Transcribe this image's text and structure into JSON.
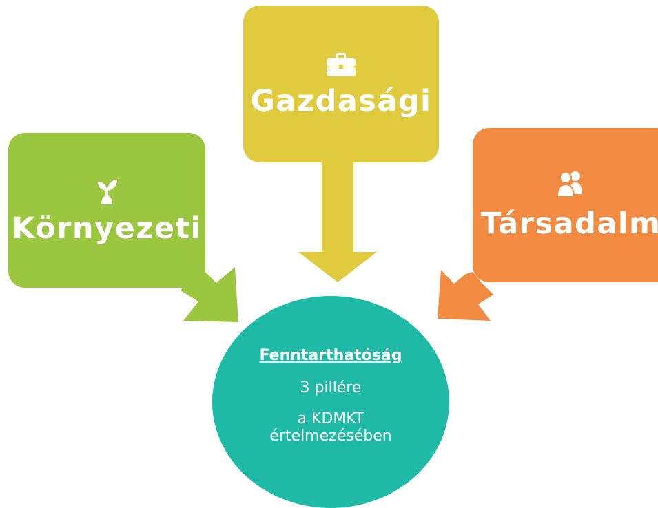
{
  "pillars": {
    "environmental": {
      "label": "Környezeti",
      "icon": "seedling-icon",
      "color": "#9bc63f"
    },
    "economic": {
      "label": "Gazdasági",
      "icon": "briefcase-icon",
      "color": "#dfcb3d"
    },
    "social": {
      "label": "Társadalmi",
      "icon": "people-icon",
      "color": "#f28b41"
    }
  },
  "center": {
    "title": "Fenntarthatóság",
    "line2": "3 pillére",
    "line3a": "a KDMKT",
    "line3b": "értelmezésében",
    "color": "#1ebaa6"
  }
}
